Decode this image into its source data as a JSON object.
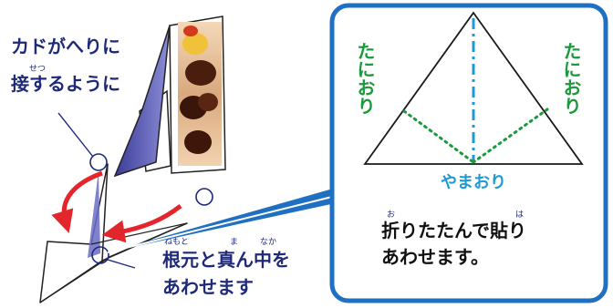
{
  "left": {
    "note1_ruby": "せつ",
    "note1_line1": "カドがへりに",
    "note1_line2": "接するように",
    "note2_ruby1": "ねもと",
    "note2_ruby2": "ま",
    "note2_ruby3": "なか",
    "note2_line1": "根元と真ん中を",
    "note2_line2": "あわせます"
  },
  "panel": {
    "valley_left": "たにおり",
    "valley_right": "たにおり",
    "mountain": "やまおり",
    "instruction_ruby1": "お",
    "instruction_ruby2": "は",
    "instruction_line1": "折りたたんで貼り",
    "instruction_line2": "あわせます。"
  },
  "colors": {
    "navy": "#1e2a78",
    "panel_border": "#1f6fc2",
    "mountain_line": "#1d9ad6",
    "valley_line": "#1a9a3c",
    "arrow_red": "#e3262b"
  }
}
